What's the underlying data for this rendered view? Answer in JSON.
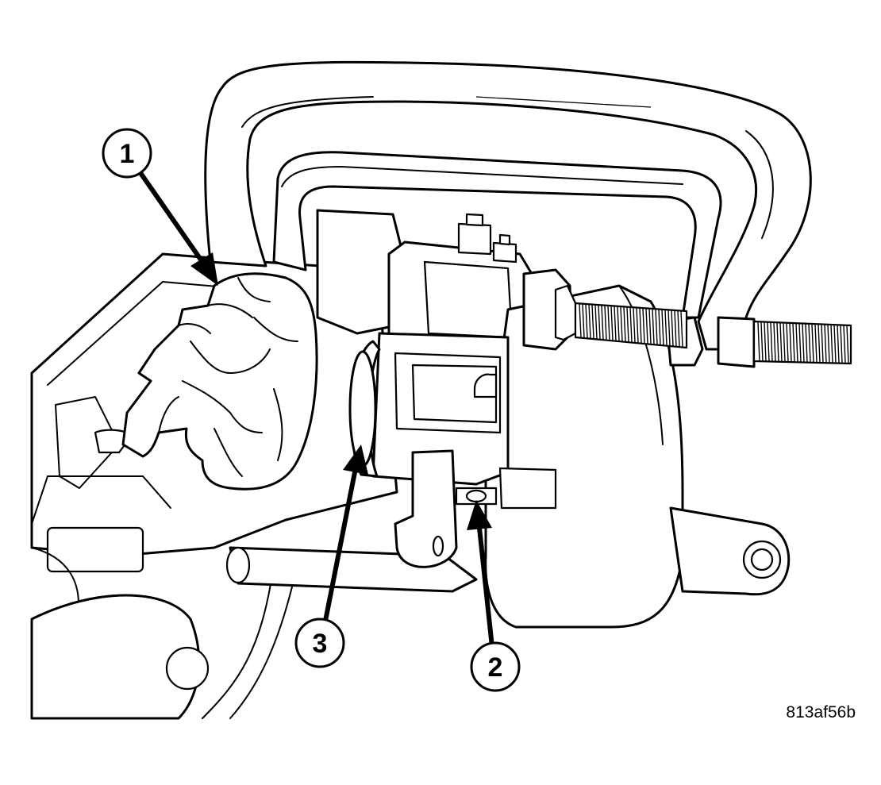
{
  "figure": {
    "id": "813af56b",
    "callouts": [
      {
        "number": "1"
      },
      {
        "number": "2"
      },
      {
        "number": "3"
      }
    ]
  }
}
